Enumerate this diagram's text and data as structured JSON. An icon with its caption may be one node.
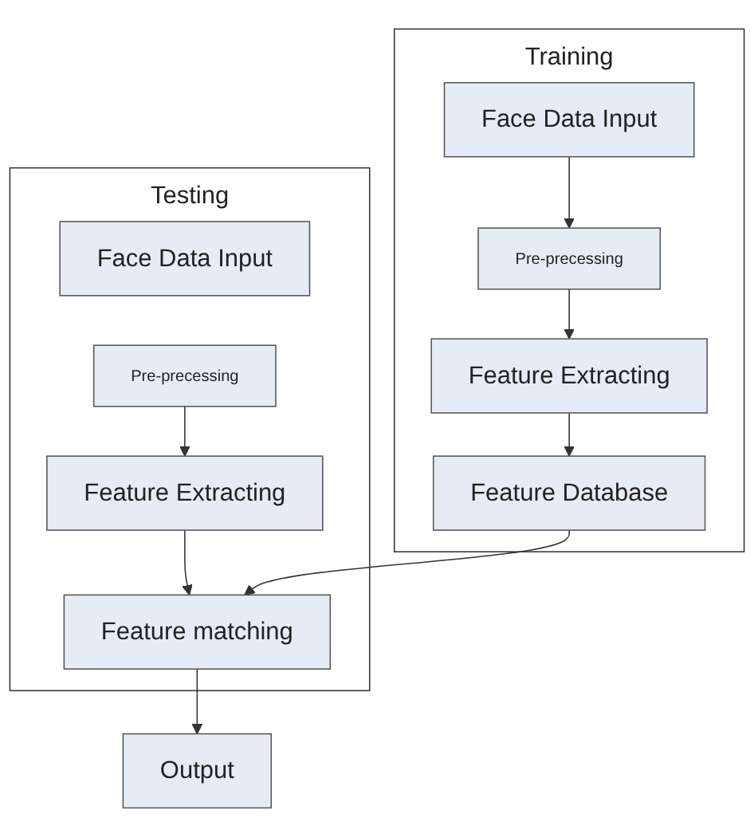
{
  "diagram": {
    "nodes": [
      {
        "text": [
          "Testing"
        ]
      },
      {
        "text": [
          "Face Data Input"
        ],
        "in": 0
      },
      {
        "text": [
          "Pre-precessing"
        ],
        "in": 0
      },
      {
        "text": [
          "Feature Extracting"
        ],
        "in": 0
      },
      {
        "text": [
          "Feature matching"
        ],
        "in": 0
      },
      {
        "text": [
          "Training"
        ]
      },
      {
        "text": [
          "Face Data Input"
        ],
        "in": 5
      },
      {
        "text": [
          "Pre-precessing"
        ],
        "in": 5
      },
      {
        "text": [
          "Feature Extracting"
        ],
        "in": 5
      },
      {
        "text": [
          "Feature Database"
        ],
        "in": 5
      },
      {
        "text": [
          "Output"
        ]
      }
    ],
    "edges": [
      {
        "from": 2,
        "to": 3,
        "arrow": "to"
      },
      {
        "from": 3,
        "to": 4,
        "arrow": "to"
      },
      {
        "from": 6,
        "to": 7,
        "arrow": "to"
      },
      {
        "from": 7,
        "to": 8,
        "arrow": "to"
      },
      {
        "from": 8,
        "to": 9,
        "arrow": "to"
      },
      {
        "from": 9,
        "to": 4,
        "arrow": "to"
      },
      {
        "from": 4,
        "to": 10,
        "arrow": "to"
      }
    ]
  }
}
